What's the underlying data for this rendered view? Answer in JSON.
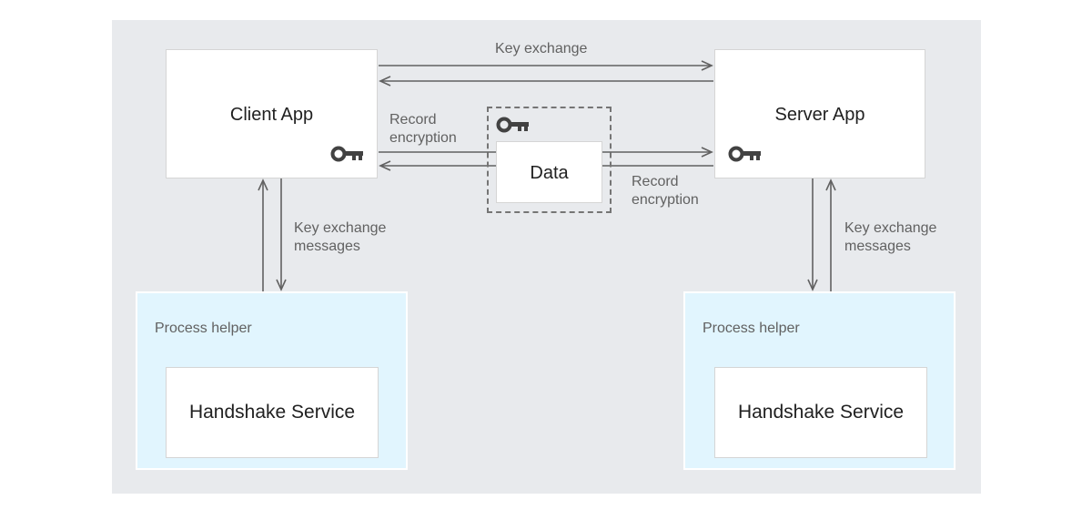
{
  "client": {
    "title": "Client App"
  },
  "server": {
    "title": "Server App"
  },
  "data_box": {
    "label": "Data"
  },
  "labels": {
    "key_exchange": "Key exchange",
    "record_encryption_left": [
      "Record",
      "encryption"
    ],
    "record_encryption_right": [
      "Record",
      "encryption"
    ],
    "key_exchange_messages_left": [
      "Key exchange",
      "messages"
    ],
    "key_exchange_messages_right": [
      "Key exchange",
      "messages"
    ]
  },
  "left_helper": {
    "label": "Process helper",
    "service": "Handshake Service"
  },
  "right_helper": {
    "label": "Process helper",
    "service": "Handshake Service"
  },
  "icons": {
    "key": "key-icon"
  },
  "colors": {
    "canvas": "#e8eaed",
    "helper_fill": "#e1f5fe",
    "arrow": "#616161",
    "text": "#212121",
    "muted_text": "#616161"
  }
}
